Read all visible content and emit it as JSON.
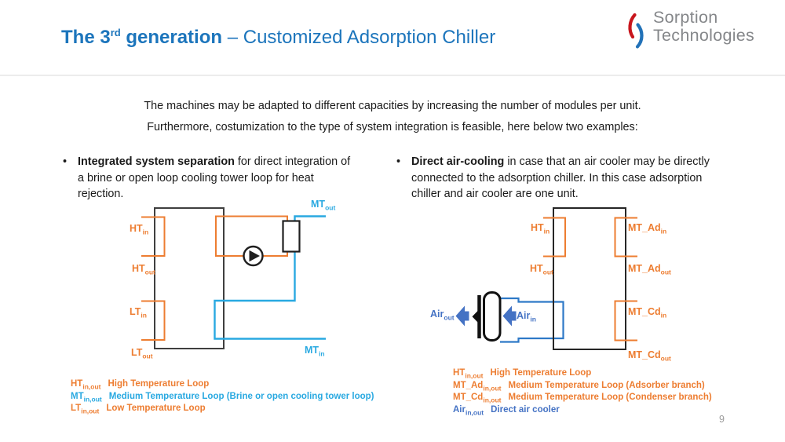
{
  "colors": {
    "title-blue": "#1C75BC",
    "orange": "#ED7D31",
    "cyan": "#29A9E1",
    "duct-blue": "#2E79C7",
    "arrow-blue": "#4472C4",
    "logo-gray": "#85878A",
    "logo-red": "#C8161D",
    "logo-blue": "#2272B8",
    "ink": "#1A1A1A",
    "page-gray": "#9B9B9B"
  },
  "header": {
    "title": {
      "bold_pre": "The 3",
      "sup": "rd",
      "bold_post": " generation",
      "rest": " – Customized Adsorption Chiller"
    },
    "logo": {
      "line1": "Sorption",
      "line2": "Technologies"
    }
  },
  "intro": {
    "line1": "The machines may be adapted to different capacities by increasing the number of modules per unit.",
    "line2": "Furthermore, costumization to the type of system integration is feasible, here below two examples:"
  },
  "bullets": {
    "left": {
      "lead": "Integrated system separation",
      "rest": " for direct integration of a brine or open loop cooling tower loop for heat rejection."
    },
    "right": {
      "lead": "Direct air-cooling",
      "rest": " in case that an air cooler may be directly connected to the adsorption chiller. In this case adsorption chiller and air cooler are one unit."
    }
  },
  "diagram_left": {
    "labels": {
      "ht_in": {
        "main": "HT",
        "sub": "in"
      },
      "ht_out": {
        "main": "HT",
        "sub": "out"
      },
      "lt_in": {
        "main": "LT",
        "sub": "in"
      },
      "lt_out": {
        "main": "LT",
        "sub": "out"
      },
      "mt_out": {
        "main": "MT",
        "sub": "out"
      },
      "mt_in": {
        "main": "MT",
        "sub": "in"
      }
    },
    "legend": [
      {
        "main": "HT",
        "sub": "in,out",
        "desc": "High Temperature Loop"
      },
      {
        "main": "MT",
        "sub": "in,out",
        "desc": "Medium Temperature Loop (Brine or open cooling tower loop)"
      },
      {
        "main": "LT",
        "sub": "in,out",
        "desc": "Low Temperature Loop"
      }
    ]
  },
  "diagram_right": {
    "labels": {
      "ht_in": {
        "main": "HT",
        "sub": "in"
      },
      "ht_out": {
        "main": "HT",
        "sub": "out"
      },
      "mt_ad_in": {
        "main": "MT_Ad",
        "sub": "in"
      },
      "mt_ad_out": {
        "main": "MT_Ad",
        "sub": "out"
      },
      "mt_cd_in": {
        "main": "MT_Cd",
        "sub": "in"
      },
      "mt_cd_out": {
        "main": "MT_Cd",
        "sub": "out"
      },
      "air_out": {
        "main": "Air",
        "sub": "out"
      },
      "air_in": {
        "main": "Air",
        "sub": "in"
      }
    },
    "legend": [
      {
        "main": "HT",
        "sub": "in,out",
        "desc": "High Temperature Loop"
      },
      {
        "main": "MT_Ad",
        "sub": "in,out",
        "desc": "Medium Temperature Loop (Adsorber branch)"
      },
      {
        "main": "MT_Cd",
        "sub": "in,out",
        "desc": "Medium Temperature Loop (Condenser branch)"
      },
      {
        "main": "Air",
        "sub": "in,out",
        "desc": "Direct air cooler"
      }
    ]
  },
  "footer": {
    "page_number": "9"
  }
}
